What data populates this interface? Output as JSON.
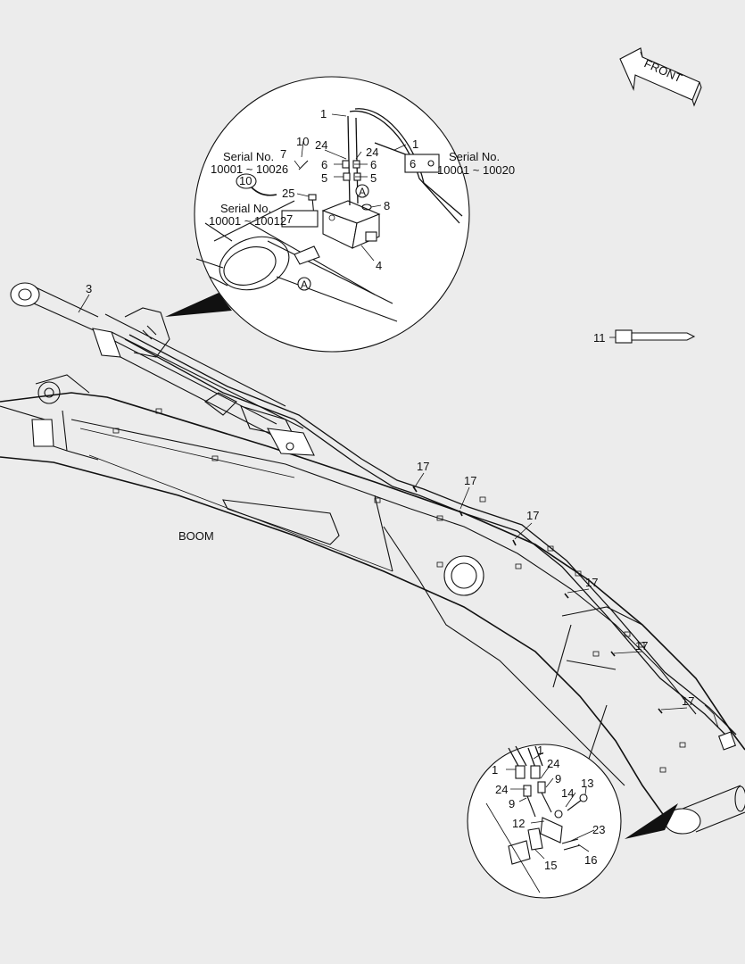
{
  "labels": {
    "front": "FRONT",
    "boom": "BOOM",
    "serial_a_line1": "Serial No.",
    "serial_a_line2": "10001 ~ 10026",
    "serial_b_line1": "Serial No.",
    "serial_b_line2": "10001 ~ 10012",
    "serial_c_line1": "Serial No.",
    "serial_c_line2": "10001 ~ 10020",
    "callout_a": "A"
  },
  "parts": {
    "p1": "1",
    "p3": "3",
    "p4": "4",
    "p5": "5",
    "p6": "6",
    "p7": "7",
    "p8": "8",
    "p9": "9",
    "p10": "10",
    "p11": "11",
    "p12": "12",
    "p13": "13",
    "p14": "14",
    "p15": "15",
    "p16": "16",
    "p17": "17",
    "p23": "23",
    "p24": "24",
    "p25": "25"
  }
}
